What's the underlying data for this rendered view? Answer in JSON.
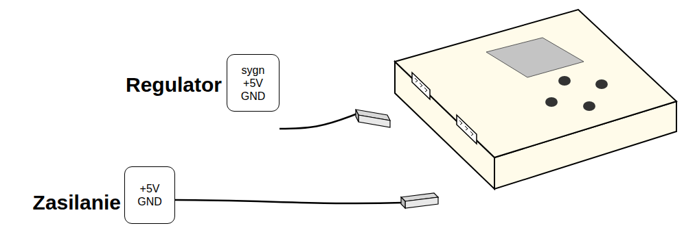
{
  "diagram": {
    "nodes": [
      {
        "text": [
          "Regulator",
          "sygn +5V GND"
        ]
      },
      {
        "text": [
          "Zasilanie",
          "+5V GND"
        ]
      }
    ]
  }
}
